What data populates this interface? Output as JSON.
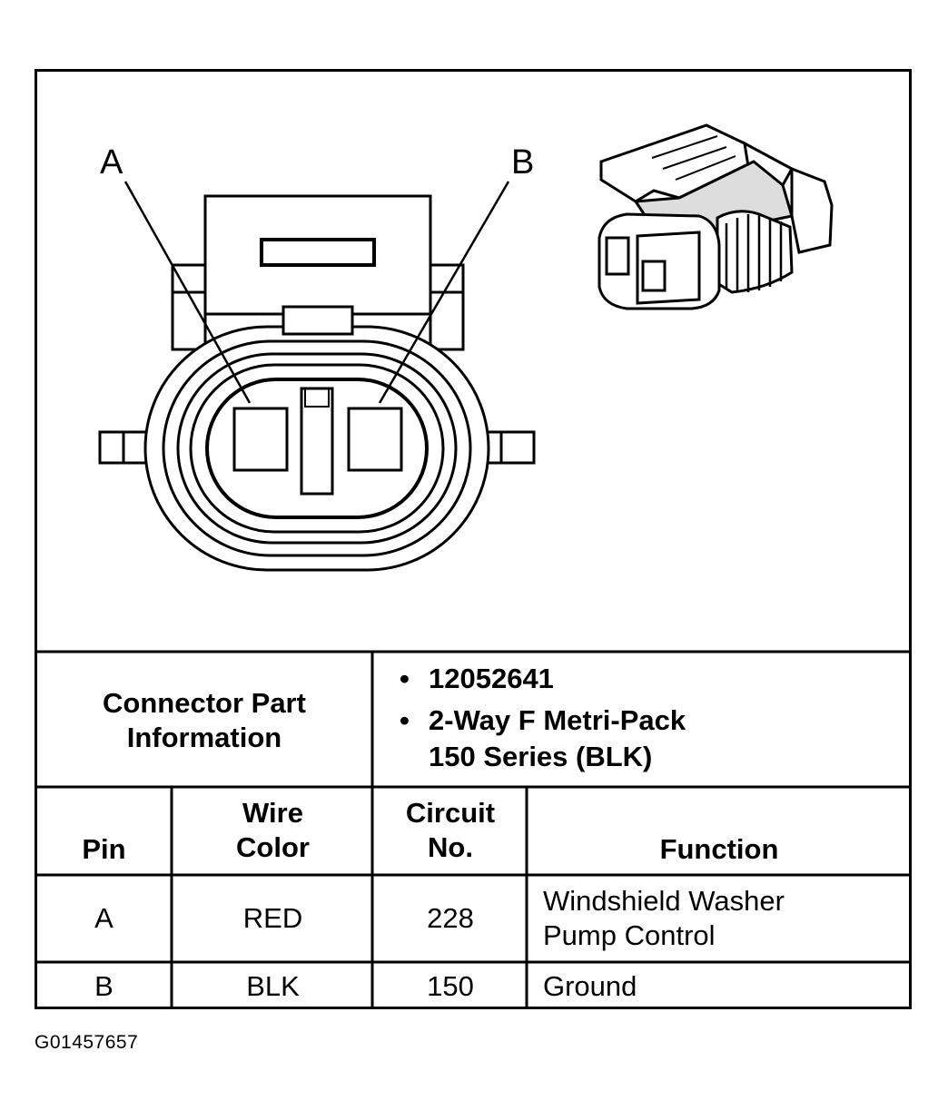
{
  "pin_labels": {
    "a": "A",
    "b": "B"
  },
  "connector_info": {
    "label_line1": "Connector Part",
    "label_line2": "Information",
    "part_number": "12052641",
    "description_line1": "2-Way F Metri-Pack",
    "description_line2": "150 Series (BLK)",
    "bullet": "•"
  },
  "table": {
    "headers": {
      "pin": "Pin",
      "wire_color_line1": "Wire",
      "wire_color_line2": "Color",
      "circuit_line1": "Circuit",
      "circuit_line2": "No.",
      "function": "Function"
    },
    "rows": [
      {
        "pin": "A",
        "wire_color": "RED",
        "circuit": "228",
        "function_line1": "Windshield Washer",
        "function_line2": "Pump Control"
      },
      {
        "pin": "B",
        "wire_color": "BLK",
        "circuit": "150",
        "function_line1": "Ground",
        "function_line2": ""
      }
    ]
  },
  "figure_id": "G01457657"
}
